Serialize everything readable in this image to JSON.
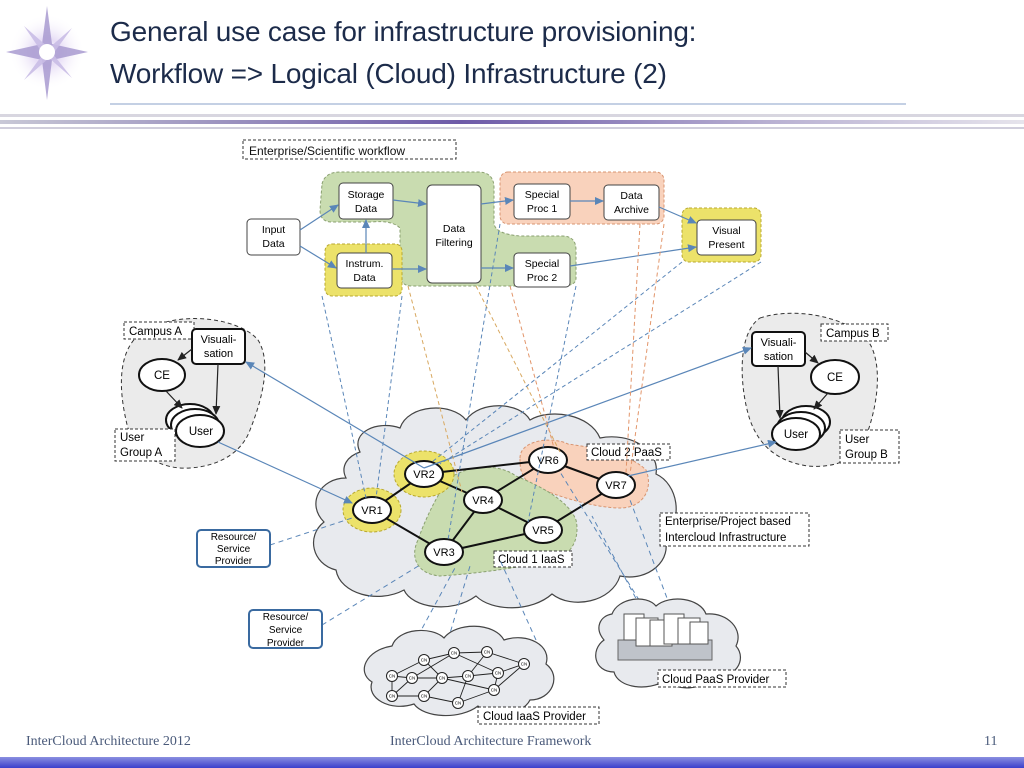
{
  "title": {
    "line1": "General use case for infrastructure provisioning:",
    "line2": "Workflow => Logical (Cloud) Infrastructure (2)"
  },
  "footer": {
    "left": "InterCloud Architecture 2012",
    "center": "InterCloud Architecture Framework",
    "page": "11"
  },
  "workflow": {
    "label": "Enterprise/Scientific workflow",
    "input": [
      "Input",
      "Data"
    ],
    "storage": [
      "Storage",
      "Data"
    ],
    "instrum": [
      "Instrum.",
      "Data"
    ],
    "filtering": [
      "Data",
      "Filtering"
    ],
    "special1": [
      "Special",
      "Proc 1"
    ],
    "special2": [
      "Special",
      "Proc 2"
    ],
    "archive": [
      "Data",
      "Archive"
    ],
    "visual": [
      "Visual",
      "Present"
    ]
  },
  "campusA": {
    "label": "Campus A",
    "visualisation": [
      "Visuali-",
      "sation"
    ],
    "ce": "CE",
    "user": "User",
    "group": [
      "User",
      "Group A"
    ]
  },
  "campusB": {
    "label": "Campus B",
    "visualisation": [
      "Visuali-",
      "sation"
    ],
    "ce": "CE",
    "user": "User",
    "group": [
      "User",
      "Group B"
    ]
  },
  "network": {
    "routers": {
      "vr1": "VR1",
      "vr2": "VR2",
      "vr3": "VR3",
      "vr4": "VR4",
      "vr5": "VR5",
      "vr6": "VR6",
      "vr7": "VR7"
    },
    "cloud2": "Cloud 2 PaaS",
    "cloud1": "Cloud 1 IaaS",
    "enterprise": [
      "Enterprise/Project based",
      "Intercloud Infrastructure"
    ]
  },
  "providers": {
    "rp1": [
      "Resource/",
      "Service",
      "Provider"
    ],
    "rp2": [
      "Resource/",
      "Service",
      "Provider"
    ],
    "iaas": "Cloud IaaS Provider",
    "paas": "Cloud PaaS Provider",
    "cn": "CN"
  },
  "colors": {
    "green_zone": "#c9dcb0",
    "yellow_zone": "#ece26a",
    "orange_zone": "#f9d2bc",
    "cloud_fill": "#e8eaee",
    "arrow_blue": "#5a86b8",
    "title_navy": "#1c2b4a"
  }
}
